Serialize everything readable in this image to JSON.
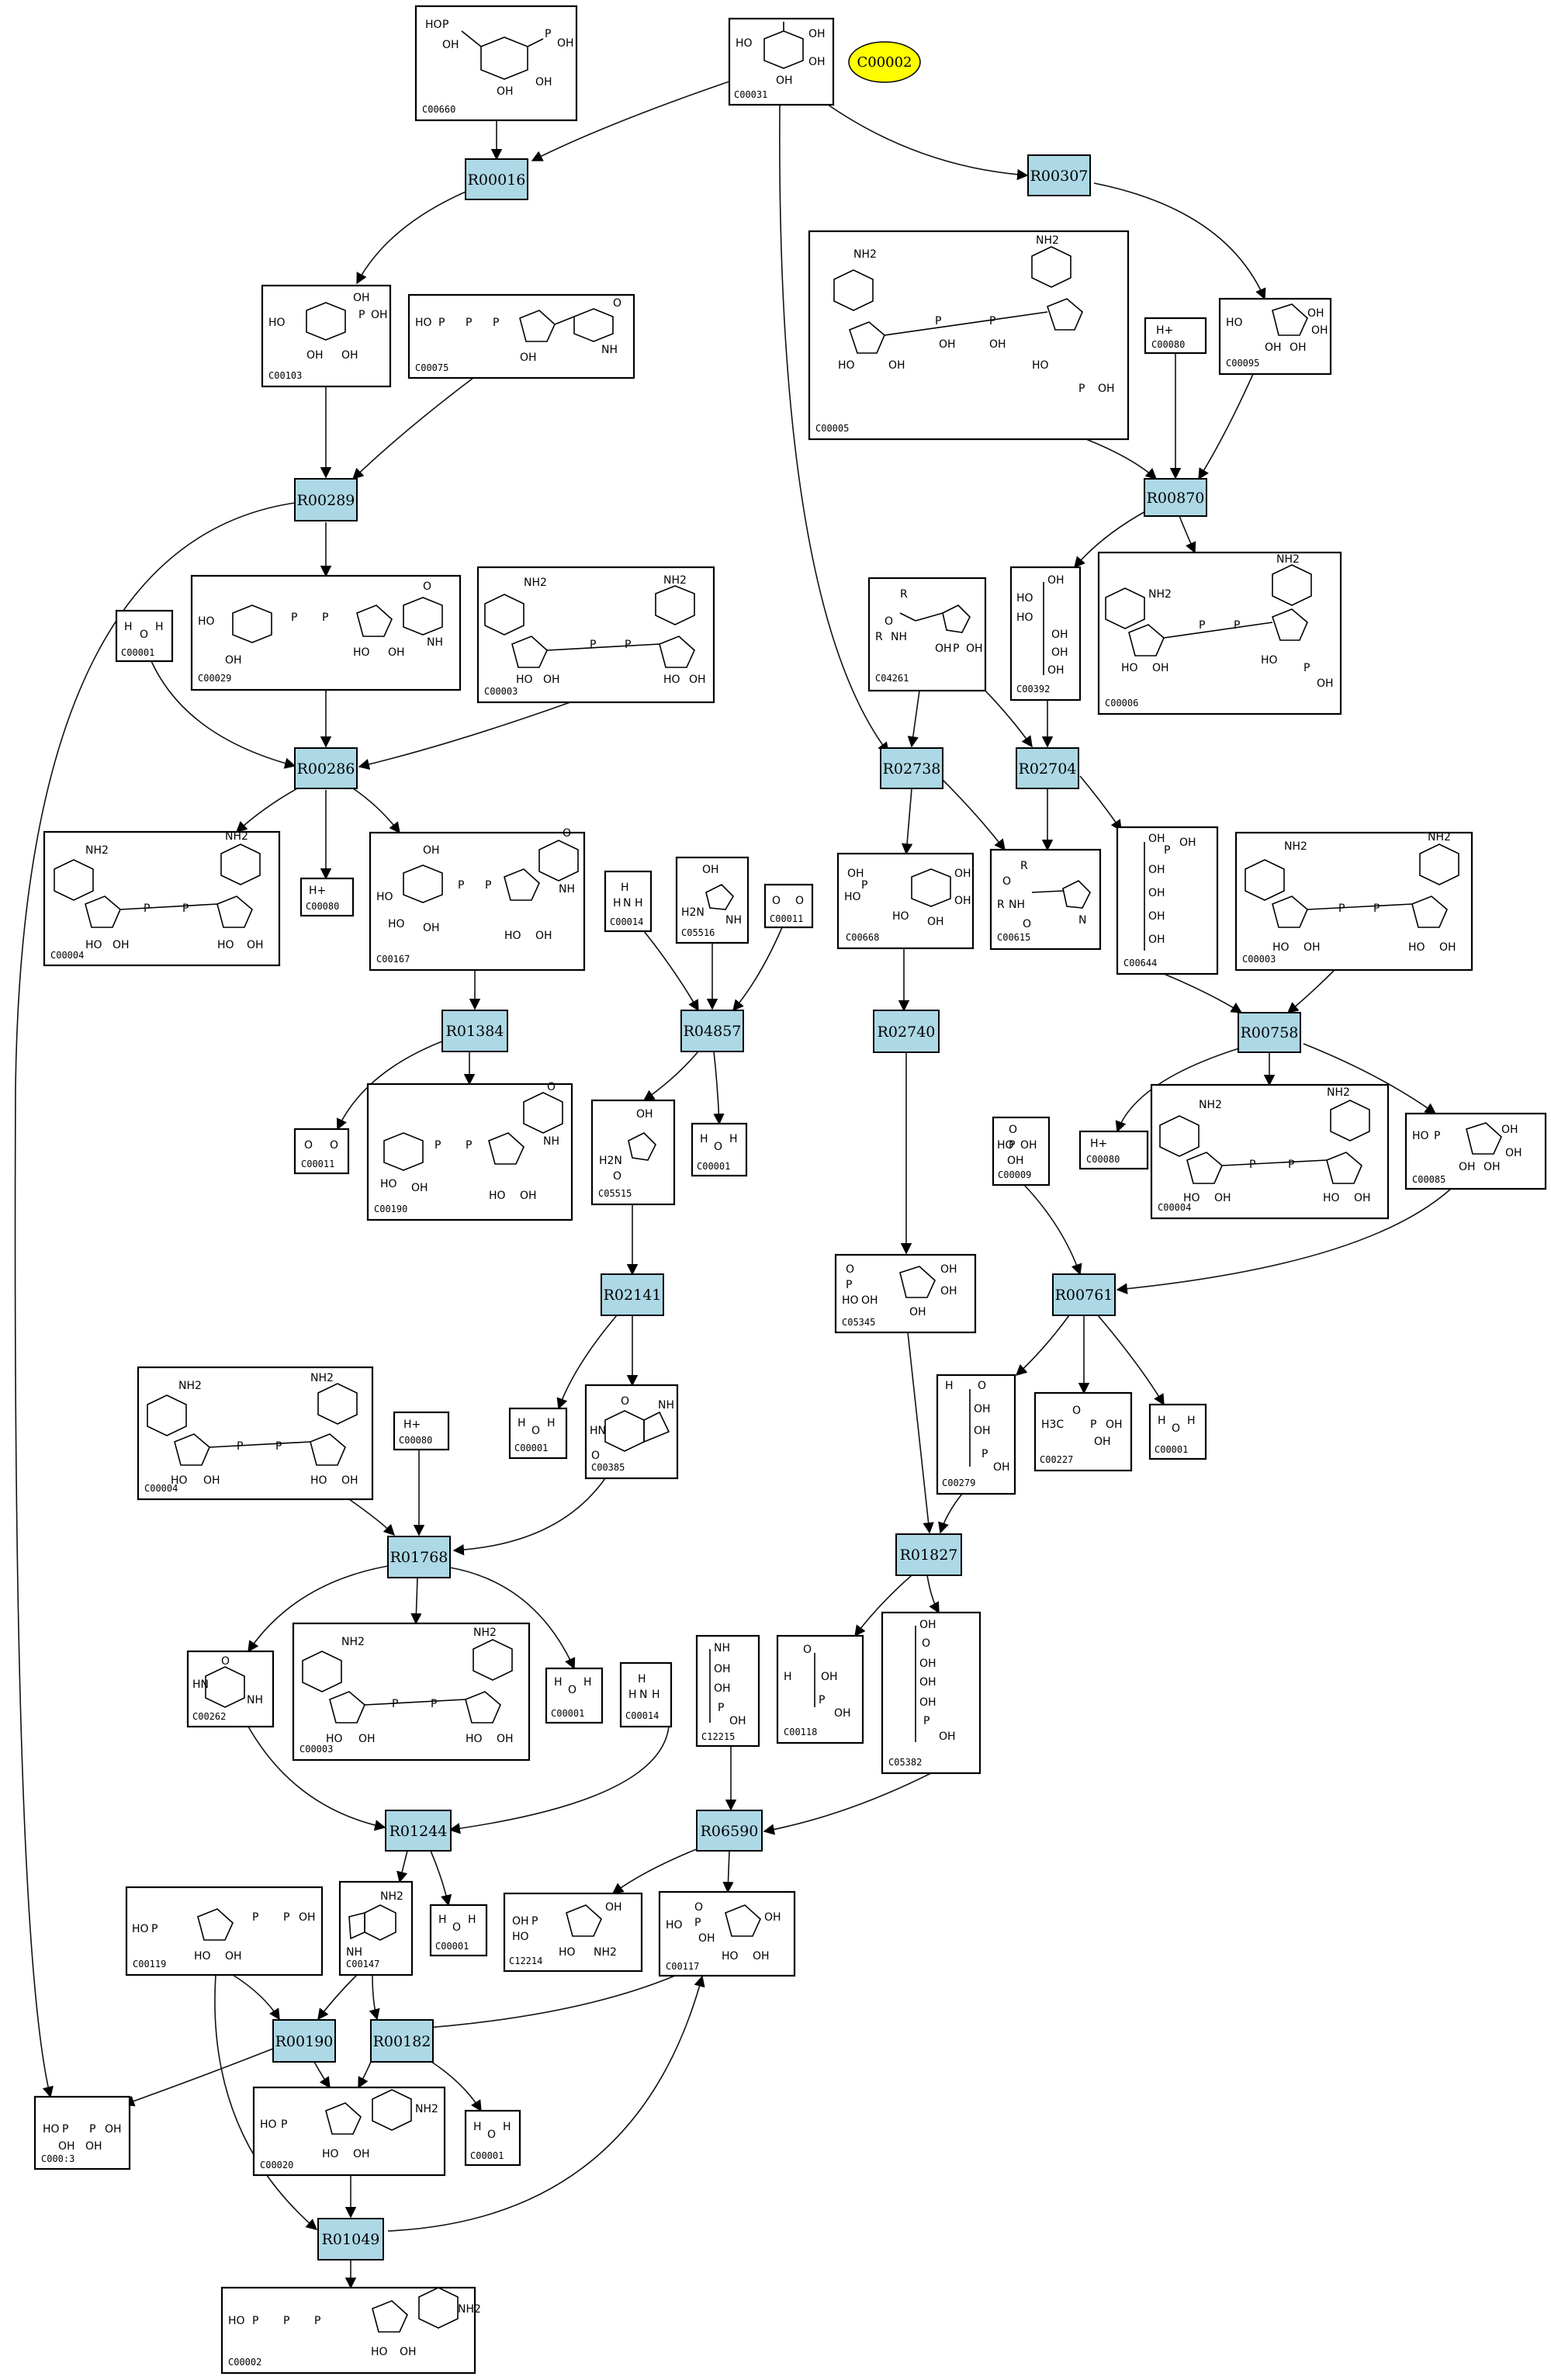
{
  "target": {
    "label": "C00002",
    "color": "#ffff00"
  },
  "colors": {
    "reaction_fill": "#add8e6",
    "compound_fill": "#ffffff",
    "target_fill": "#ffff00"
  },
  "reactions": {
    "R00016": "R00016",
    "R00307": "R00307",
    "R00289": "R00289",
    "R00870": "R00870",
    "R00286": "R00286",
    "R02738": "R02738",
    "R02704": "R02704",
    "R01384": "R01384",
    "R04857": "R04857",
    "R02740": "R02740",
    "R00758": "R00758",
    "R02141": "R02141",
    "R00761": "R00761",
    "R01768": "R01768",
    "R01827": "R01827",
    "R01244": "R01244",
    "R06590": "R06590",
    "R00190": "R00190",
    "R00182": "R00182",
    "R01049": "R01049"
  },
  "compounds": {
    "C00660": "C00660",
    "C00031": "C00031",
    "C00103": "C00103",
    "C00075": "C00075",
    "C00005": "C00005",
    "C00080": "C00080",
    "C00095": "C00095",
    "C00001": "C00001",
    "C00029": "C00029",
    "C00003": "C00003",
    "C04261": "C04261",
    "C00392": "C00392",
    "C00006": "C00006",
    "C00004": "C00004",
    "C00167": "C00167",
    "C00014": "C00014",
    "C05516": "C05516",
    "C00011": "C00011",
    "C00668": "C00668",
    "C00615": "C00615",
    "C00644": "C00644",
    "C00190": "C00190",
    "C05515": "C05515",
    "C00009": "C00009",
    "C00085": "C00085",
    "C05345": "C05345",
    "C00385": "C00385",
    "C00279": "C00279",
    "C00227": "C00227",
    "C00262": "C00262",
    "C00118": "C00118",
    "C12215": "C12215",
    "C05382": "C05382",
    "C00119": "C00119",
    "C00147": "C00147",
    "C12214": "C12214",
    "C00117": "C00117",
    "C00013": "C000:3",
    "C00020": "C00020",
    "C00002": "C00002"
  },
  "chem": {
    "oh": "OH",
    "ho": "HO",
    "o": "O",
    "p": "P",
    "n": "N",
    "nh": "NH",
    "nh2": "NH2",
    "h": "H",
    "h_plus": "H+",
    "r": "R",
    "ch3": "H3C",
    "hn": "HN",
    "h2n": "H2N"
  }
}
